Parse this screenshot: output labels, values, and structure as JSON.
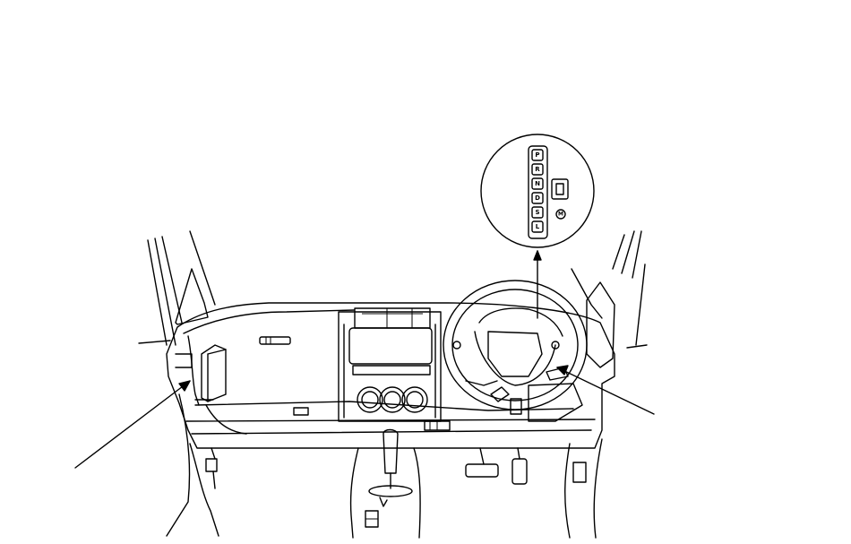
{
  "indicator": {
    "positions": [
      "P",
      "R",
      "N",
      "D",
      "S",
      "L"
    ],
    "mode_letter": "M"
  }
}
